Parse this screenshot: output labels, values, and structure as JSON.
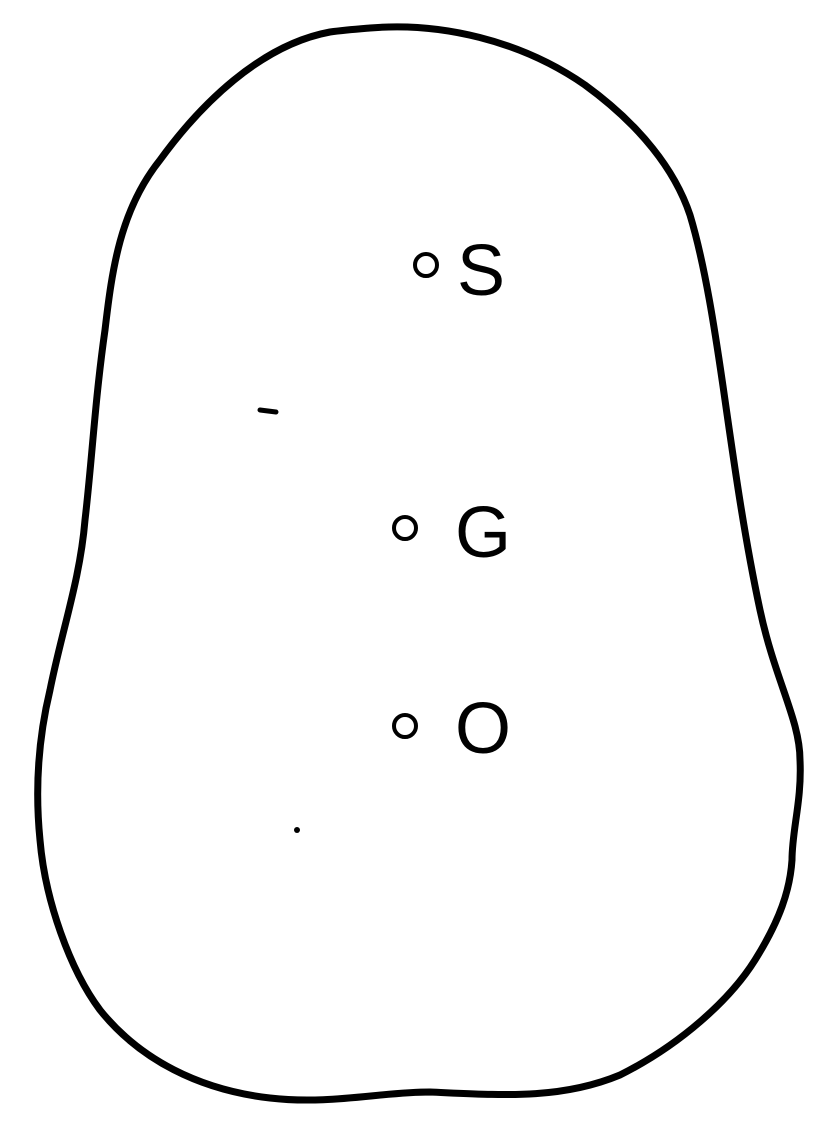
{
  "diagram": {
    "outline_color": "#000000",
    "background_color": "#ffffff",
    "points": [
      {
        "label": "S"
      },
      {
        "label": "G"
      },
      {
        "label": "O"
      }
    ]
  }
}
